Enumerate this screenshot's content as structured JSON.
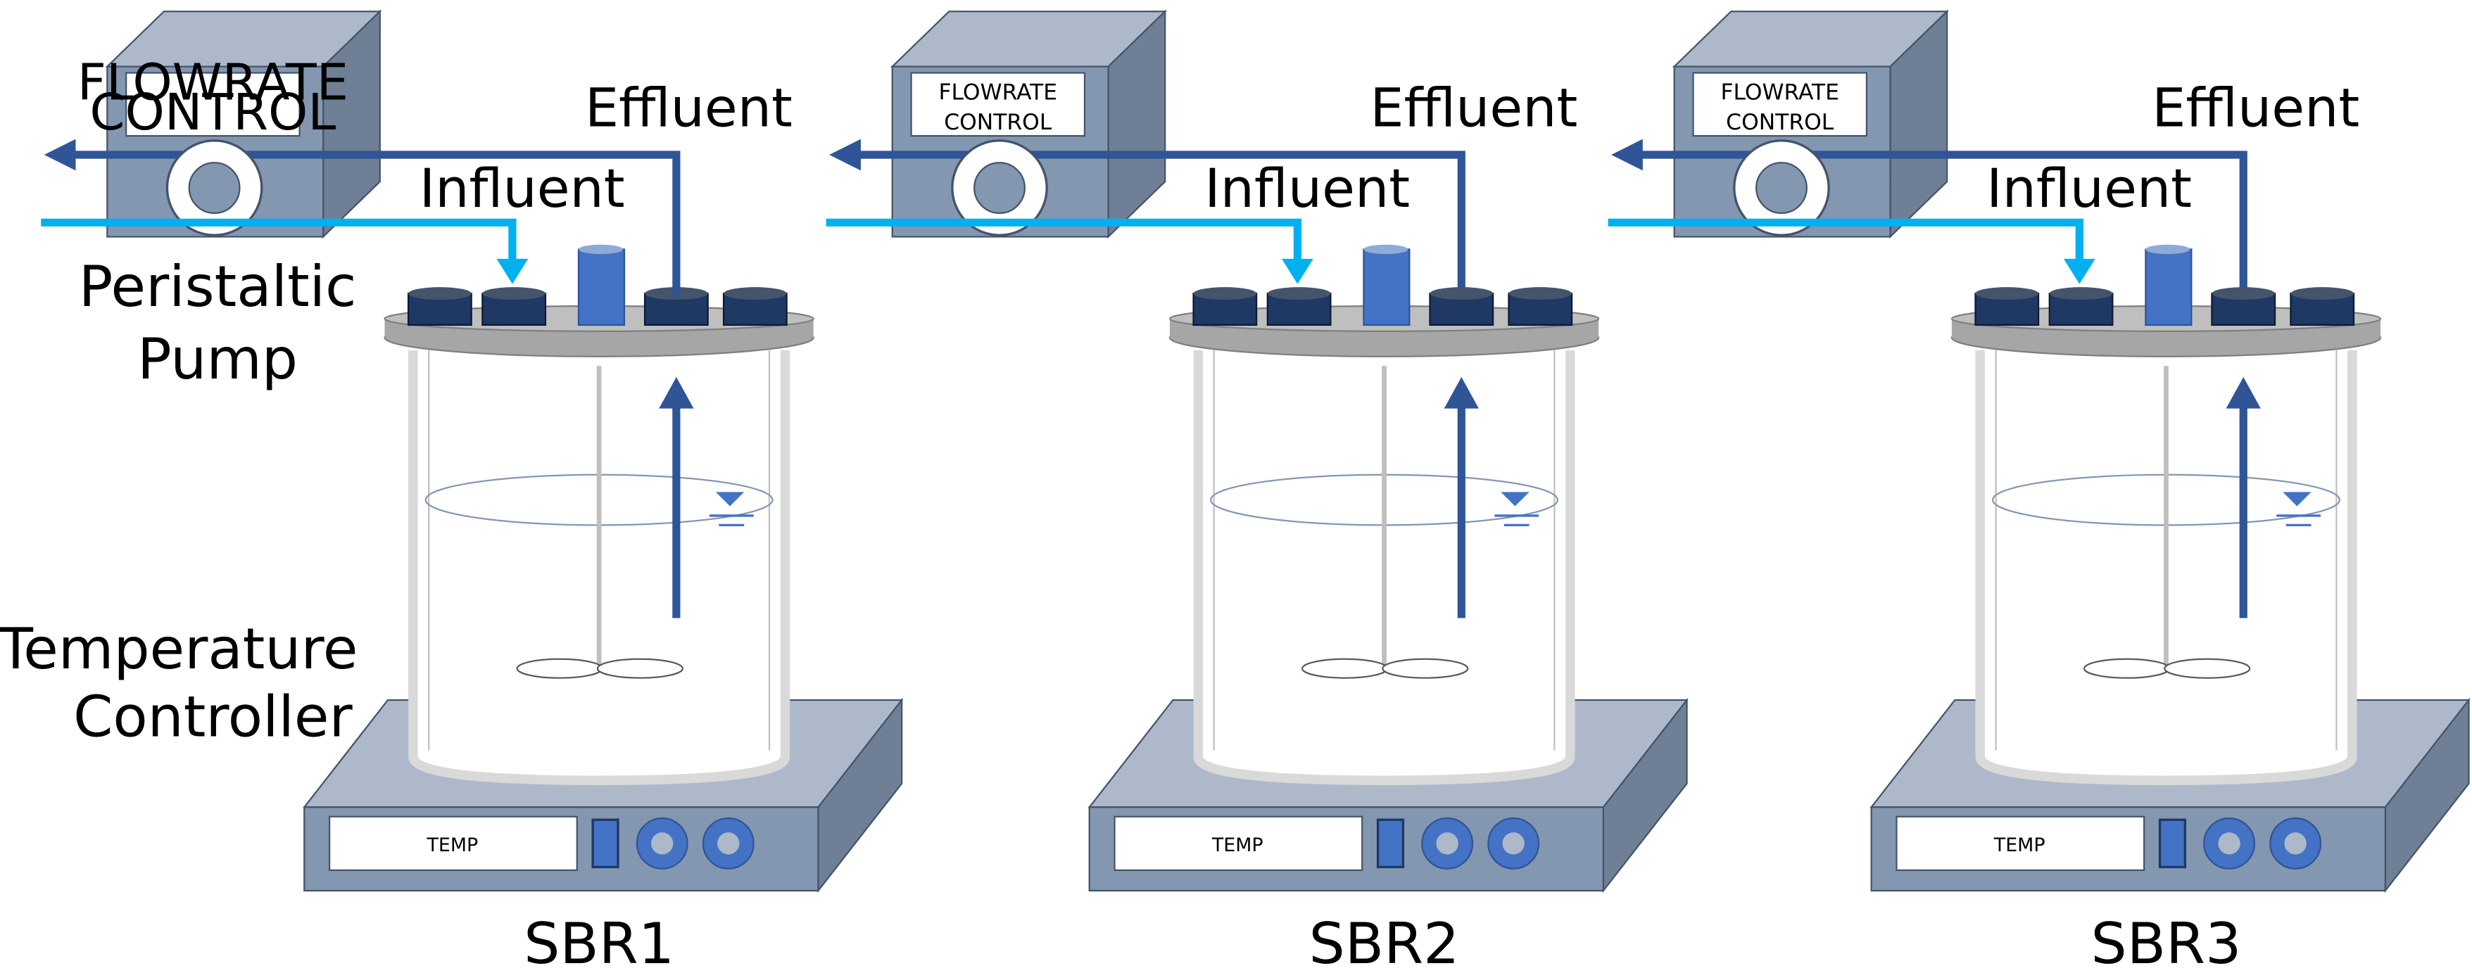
{
  "labels": {
    "flowrate_control_line1": "FLOWRATE",
    "flowrate_control_line2": "CONTROL",
    "effluent": "Effluent",
    "influent": "Influent",
    "pump_line1": "Peristaltic",
    "pump_line2": "Pump",
    "temperature_line1": "Temperature",
    "temperature_line2": "Controller",
    "temp_display": "TEMP"
  },
  "reactors": [
    {
      "name": "SBR1"
    },
    {
      "name": "SBR2"
    },
    {
      "name": "SBR3"
    }
  ],
  "colors": {
    "effluent_line": "#2f5597",
    "influent_line": "#00b0f0",
    "pump_box": "#8497b0",
    "lid": "#a6a6a6",
    "port_cap": "#1f3864",
    "probe": "#4472c4",
    "stir_plate": "#8497b0",
    "knob": "#4472c4"
  }
}
